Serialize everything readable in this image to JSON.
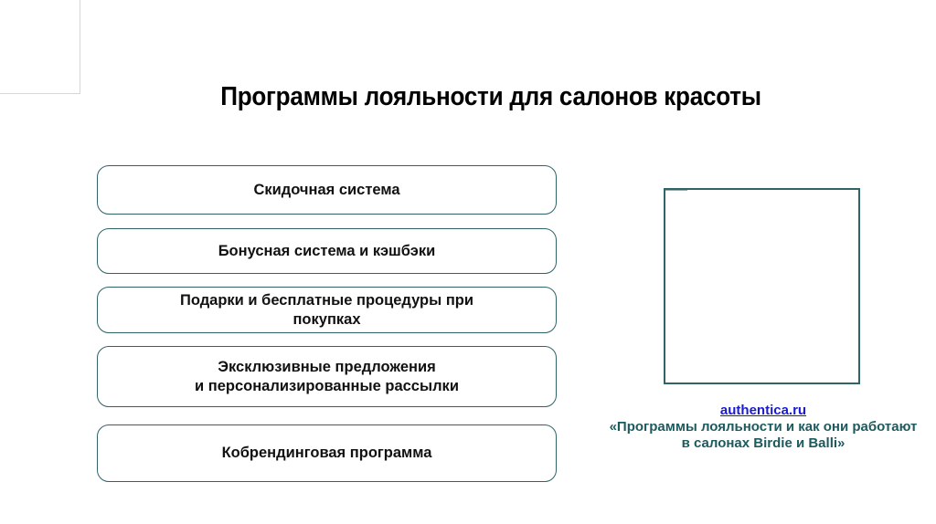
{
  "slide": {
    "title": "Программы лояльности для салонов красоты",
    "items": [
      {
        "label": "Скидочная система"
      },
      {
        "label": "Бонусная система и кэшбэки"
      },
      {
        "label": "Подарки и бесплатные процедуры при покупках"
      },
      {
        "label": "Эксклюзивные предложения\nи персонализированные рассылки"
      },
      {
        "label": "Кобрендинговая программа"
      }
    ],
    "image_placeholder": {
      "icon": "image-icon"
    },
    "source": {
      "link_text": "authentica.ru",
      "caption": "«Программы лояльности и как они работают в салонах Birdie и Balli»"
    },
    "colors": {
      "border": "#2f6469",
      "caption_text": "#1d5a5e",
      "link": "#1a1ad6"
    }
  }
}
